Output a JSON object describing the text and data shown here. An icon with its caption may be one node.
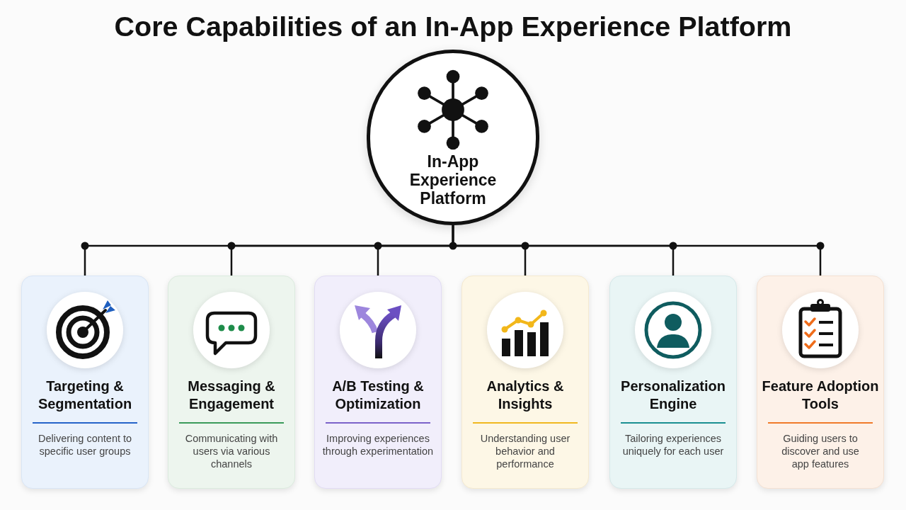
{
  "diagram": {
    "title": "Core Capabilities of an In-App Experience Platform",
    "nodes": [
      {
        "text": [
          "In-App Experience Platform"
        ]
      },
      {
        "text": [
          "Targeting & Segmentation",
          "Delivering content to specific user groups"
        ]
      },
      {
        "text": [
          "Messaging & Engagement",
          "Communicating with users via various channels"
        ]
      },
      {
        "text": [
          "A/B Testing & Optimization",
          "Improving experiences through experimentation"
        ]
      },
      {
        "text": [
          "Analytics & Insights",
          "Understanding user behavior and performance"
        ]
      },
      {
        "text": [
          "Personalization Engine",
          "Tailoring experiences uniquely for each user"
        ]
      },
      {
        "text": [
          "Feature Adoption Tools",
          "Guiding users to discover and use app features"
        ]
      }
    ],
    "edges": [
      {
        "from": 0,
        "to": 1,
        "arrow": "none"
      },
      {
        "from": 0,
        "to": 2,
        "arrow": "none"
      },
      {
        "from": 0,
        "to": 3,
        "arrow": "none"
      },
      {
        "from": 0,
        "to": 4,
        "arrow": "none"
      },
      {
        "from": 0,
        "to": 5,
        "arrow": "none"
      },
      {
        "from": 0,
        "to": 6,
        "arrow": "none"
      }
    ]
  }
}
